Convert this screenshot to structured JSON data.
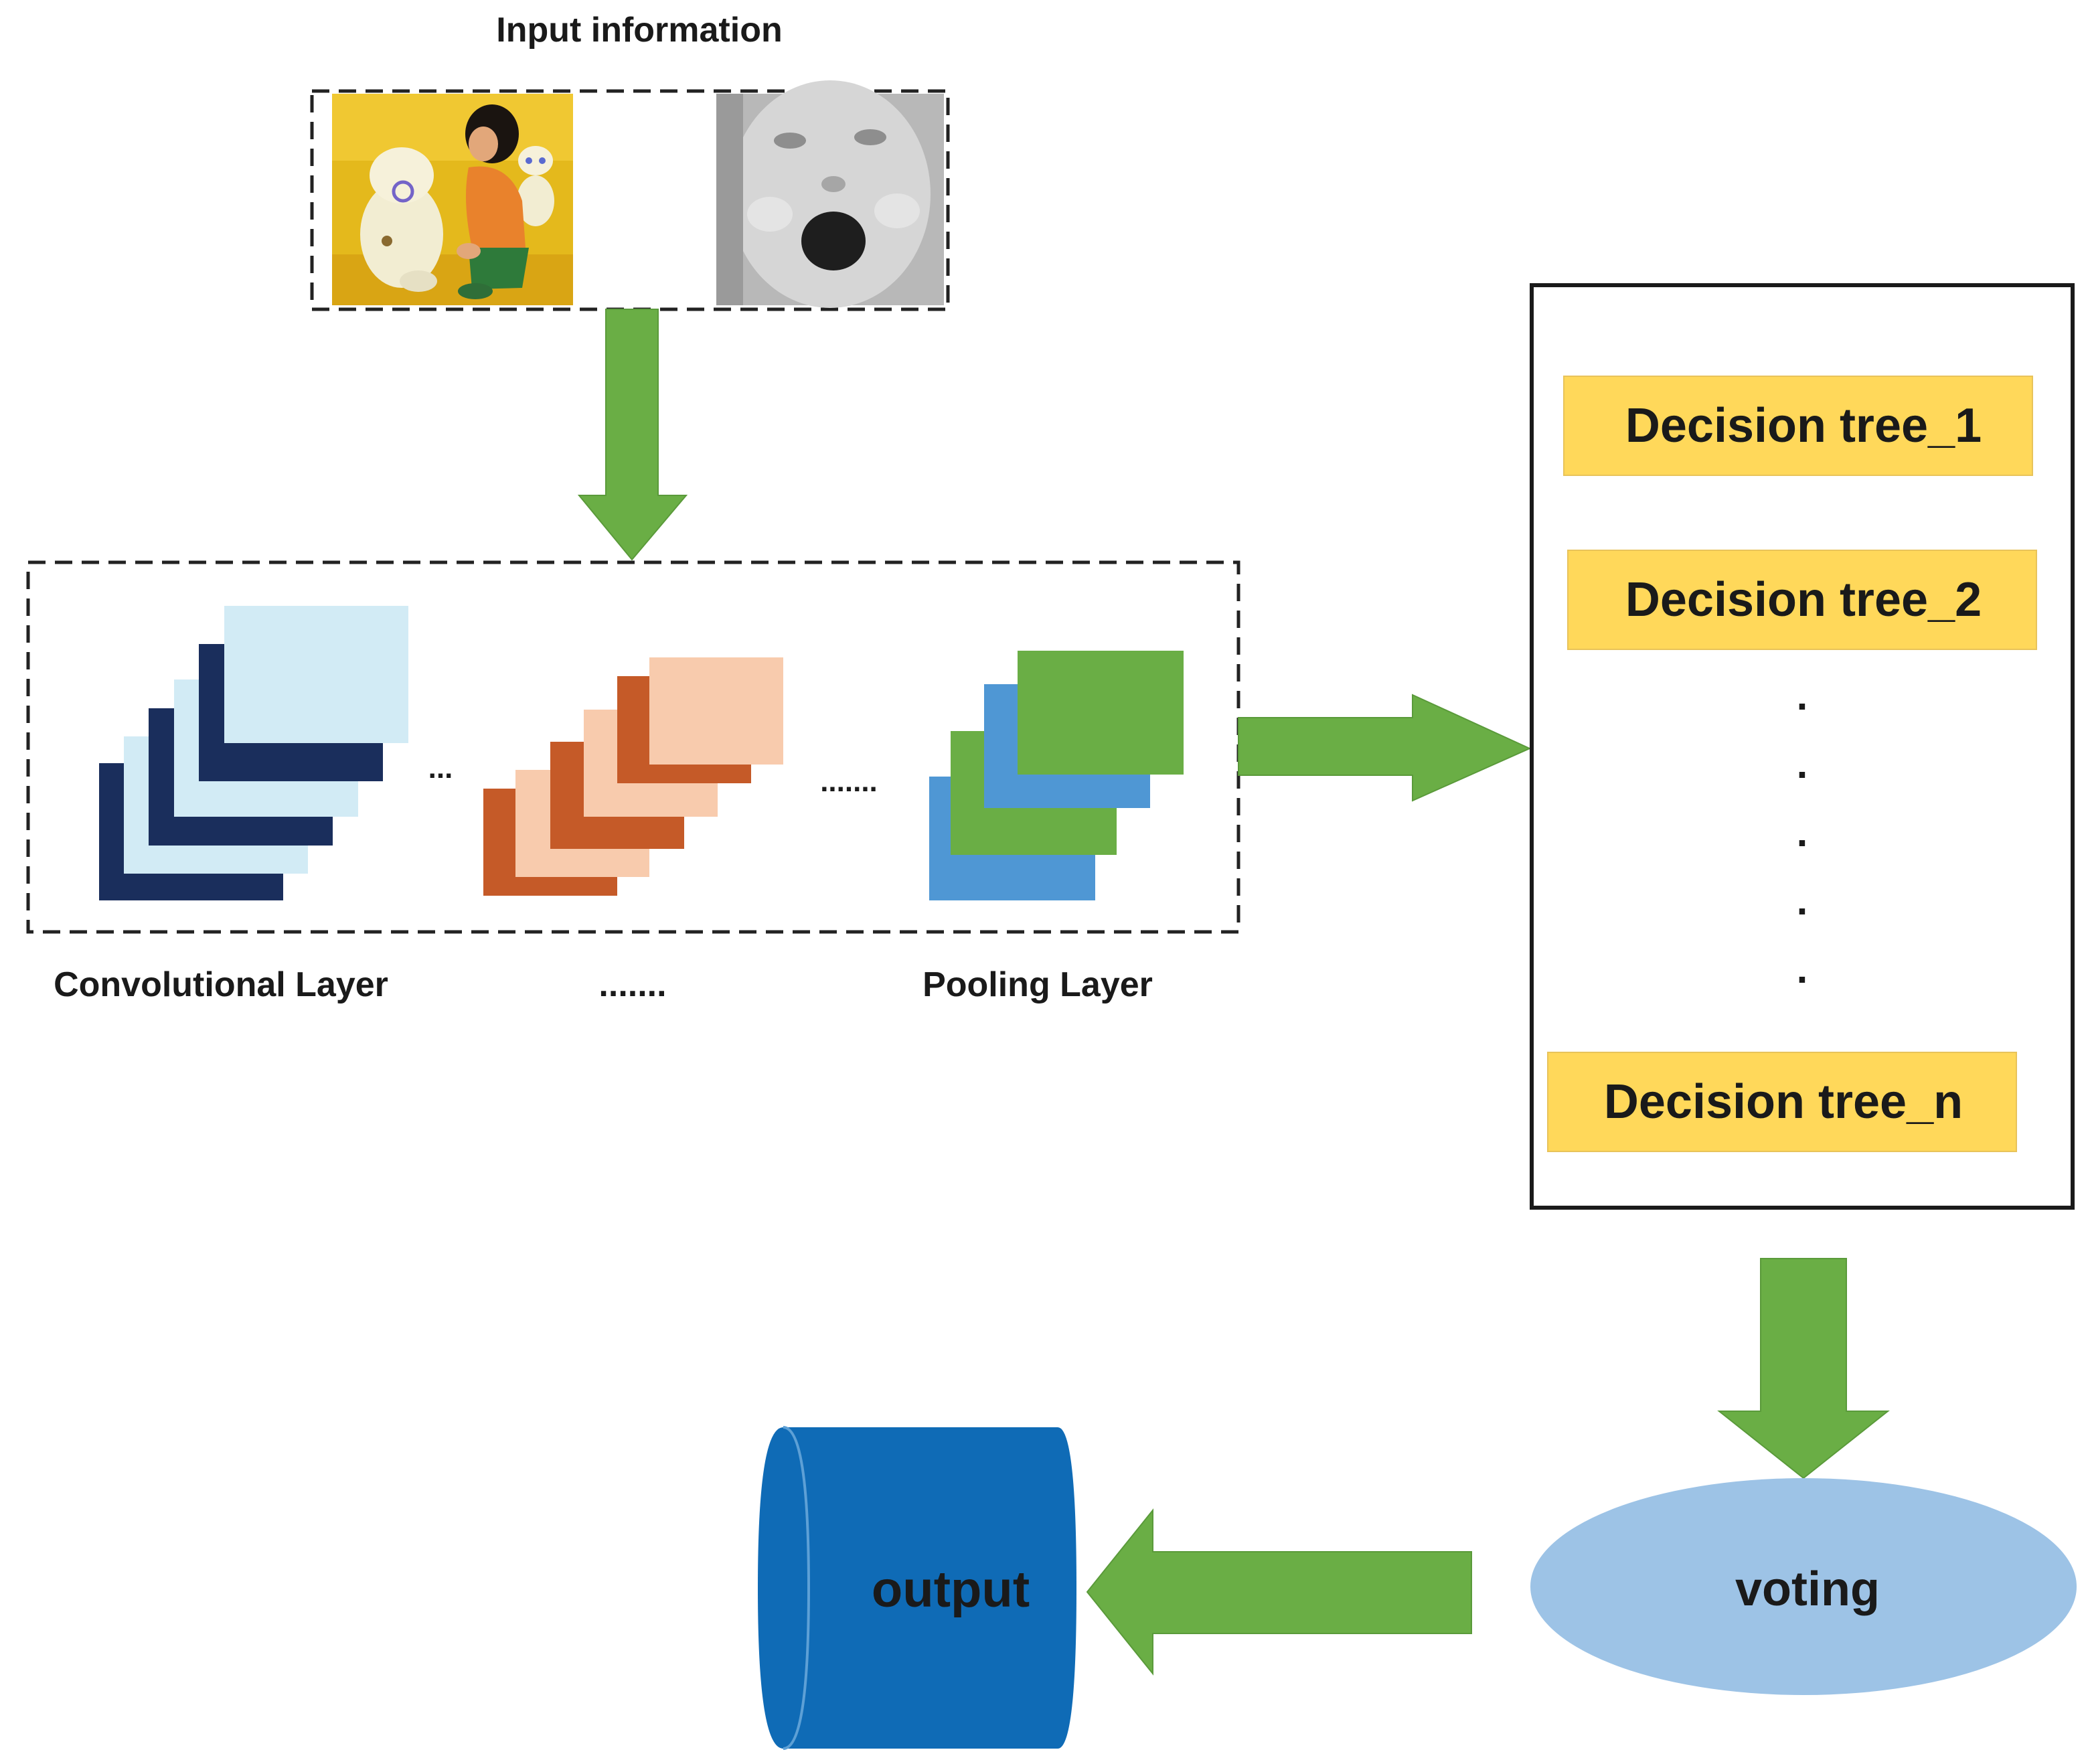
{
  "input": {
    "title": "Input information",
    "images": [
      {
        "name": "child-with-robots-photo",
        "subject": "child playing with robots"
      },
      {
        "name": "baby-face-photo",
        "subject": "grayscale baby face"
      }
    ]
  },
  "cnn": {
    "labels": {
      "conv": "Convolutional Layer",
      "middle": ".......",
      "pool": "Pooling Layer"
    },
    "inner_ellipsis_1": "...",
    "inner_ellipsis_2": "......."
  },
  "forest": {
    "trees": [
      "Decision tree_1",
      "Decision tree_2",
      "Decision tree_n"
    ],
    "vertical_dots": ".",
    "tree_color": "#FFD85A"
  },
  "voting": {
    "label": "voting",
    "color": "#9DC3E6"
  },
  "output": {
    "label": "output",
    "color": "#0F6BB6"
  },
  "colors": {
    "arrow": "#6AAE45",
    "conv_dark": "#1A2E5C",
    "conv_light": "#D2EBF5",
    "mid_dark": "#C55A28",
    "mid_light": "#F8CBAD",
    "pool_blue": "#4F97D4",
    "pool_green": "#6AAE45"
  }
}
